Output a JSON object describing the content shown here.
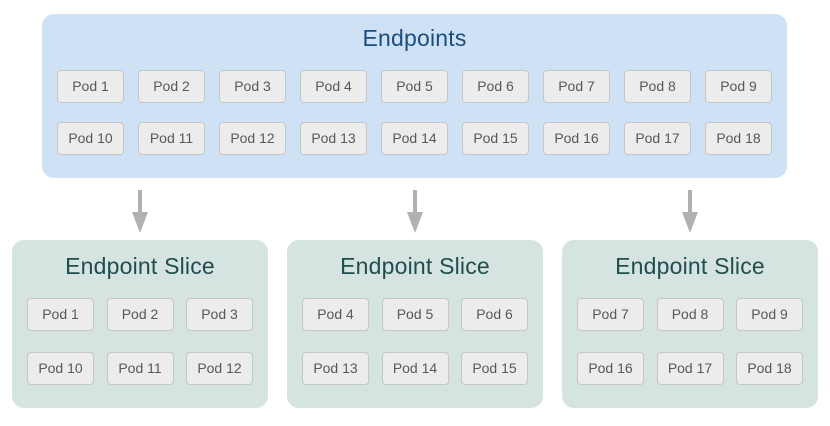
{
  "colors": {
    "page_bg": "#ffffff",
    "endpoints_box_bg": "#cfe2f5",
    "endpoints_title": "#1d4d7c",
    "slice_box_bg": "#d5e3e1",
    "slice_title": "#204e4f",
    "pod_bg": "#ececec",
    "pod_border": "#c6c6c6",
    "pod_text": "#56585a",
    "arrow": "#b1b1b4"
  },
  "endpoints": {
    "title": "Endpoints",
    "pods_row1": [
      "Pod 1",
      "Pod 2",
      "Pod 3",
      "Pod 4",
      "Pod 5",
      "Pod 6",
      "Pod 7",
      "Pod 8",
      "Pod 9"
    ],
    "pods_row2": [
      "Pod 10",
      "Pod 11",
      "Pod 12",
      "Pod 13",
      "Pod 14",
      "Pod 15",
      "Pod 16",
      "Pod 17",
      "Pod 18"
    ]
  },
  "arrows": {
    "icon": "down-arrow",
    "count": 3
  },
  "slices": [
    {
      "title": "Endpoint Slice",
      "pods_row1": [
        "Pod 1",
        "Pod 2",
        "Pod 3"
      ],
      "pods_row2": [
        "Pod 10",
        "Pod 11",
        "Pod 12"
      ]
    },
    {
      "title": "Endpoint Slice",
      "pods_row1": [
        "Pod 4",
        "Pod 5",
        "Pod 6"
      ],
      "pods_row2": [
        "Pod 13",
        "Pod 14",
        "Pod 15"
      ]
    },
    {
      "title": "Endpoint Slice",
      "pods_row1": [
        "Pod 7",
        "Pod 8",
        "Pod 9"
      ],
      "pods_row2": [
        "Pod 16",
        "Pod 17",
        "Pod 18"
      ]
    }
  ]
}
